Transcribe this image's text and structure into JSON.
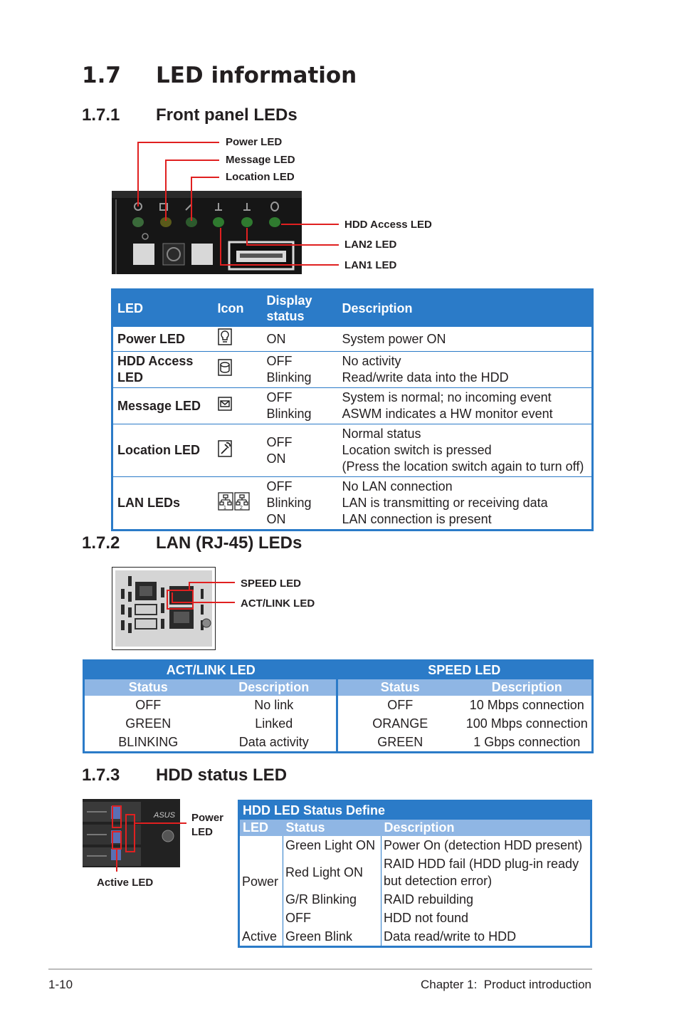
{
  "section": {
    "number": "1.7",
    "title": "LED information"
  },
  "front_panel": {
    "number": "1.7.1",
    "title": "Front panel LEDs",
    "callouts": {
      "power": "Power LED",
      "message": "Message LED",
      "location": "Location LED",
      "hdd": "HDD Access LED",
      "lan2": "LAN2 LED",
      "lan1": "LAN1 LED"
    },
    "table": {
      "headers": {
        "led": "LED",
        "icon": "Icon",
        "display_status_1": "Display",
        "display_status_2": "status",
        "description": "Description"
      },
      "rows": [
        {
          "led": "Power LED",
          "icon": "lightbulb-icon",
          "status": [
            "ON"
          ],
          "description": [
            "System power ON"
          ]
        },
        {
          "led_1": "HDD Access",
          "led_2": "LED",
          "icon": "hdd-icon",
          "status": [
            "OFF",
            "Blinking"
          ],
          "description": [
            "No activity",
            "Read/write data into the HDD"
          ]
        },
        {
          "led": "Message LED",
          "icon": "envelope-icon",
          "status": [
            "OFF",
            "Blinking"
          ],
          "description": [
            "System is normal; no incoming event",
            "ASWM indicates a HW monitor event"
          ]
        },
        {
          "led": "Location LED",
          "icon": "location-icon",
          "status": [
            "OFF",
            "ON"
          ],
          "description": [
            "Normal status",
            "Location switch is pressed",
            "(Press the location switch again to turn off)"
          ]
        },
        {
          "led": "LAN LEDs",
          "icon": "network-icon",
          "icon_labels": [
            "1",
            "2"
          ],
          "status": [
            "OFF",
            "Blinking",
            "ON"
          ],
          "description": [
            "No LAN connection",
            "LAN is transmitting or receiving data",
            "LAN connection is present"
          ]
        }
      ]
    }
  },
  "lan": {
    "number": "1.7.2",
    "title": "LAN (RJ-45) LEDs",
    "callouts": {
      "speed": "SPEED LED",
      "act": "ACT/LINK LED"
    },
    "table": {
      "group_a": "ACT/LINK LED",
      "group_b": "SPEED LED",
      "sub_status": "Status",
      "sub_desc": "Description",
      "rows": [
        {
          "a_status": "OFF",
          "a_desc": "No link",
          "b_status": "OFF",
          "b_desc": "10 Mbps connection"
        },
        {
          "a_status": "GREEN",
          "a_desc": "Linked",
          "b_status": "ORANGE",
          "b_desc": "100 Mbps connection"
        },
        {
          "a_status": "BLINKING",
          "a_desc": "Data activity",
          "b_status": "GREEN",
          "b_desc": "1 Gbps connection"
        }
      ]
    }
  },
  "hdd": {
    "number": "1.7.3",
    "title": "HDD status LED",
    "callouts": {
      "power_1": "Power",
      "power_2": "LED",
      "active": "Active LED",
      "logo": "ASUS"
    },
    "table": {
      "title": "HDD LED Status Define",
      "headers": {
        "led": "LED",
        "status": "Status",
        "description": "Description"
      },
      "power_label": "Power",
      "active_label": "Active",
      "rows": [
        {
          "status": "Green Light ON",
          "description": [
            "Power On (detection HDD present)"
          ]
        },
        {
          "status": "Red Light ON",
          "description": [
            "RAID HDD fail (HDD plug-in ready",
            "but detection error)"
          ]
        },
        {
          "status": "G/R Blinking",
          "description": [
            "RAID rebuilding"
          ]
        },
        {
          "status": "OFF",
          "description": [
            "HDD not found"
          ]
        },
        {
          "status": "Green Blink",
          "description": [
            "Data read/write to HDD"
          ]
        }
      ]
    }
  },
  "footer": {
    "page": "1-10",
    "chapter": "Chapter 1:  Product introduction"
  },
  "colors": {
    "accent": "#2b7bc8",
    "sub_header": "#8fb6e4",
    "callout_line": "#e02020"
  }
}
